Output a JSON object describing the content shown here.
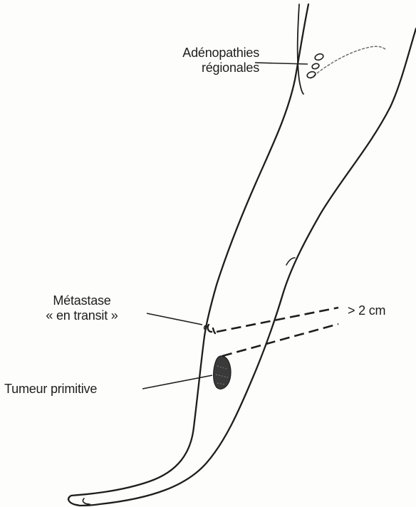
{
  "labels": {
    "adenopathies_line1": "Adénopathies",
    "adenopathies_line2": "régionales",
    "metastase_line1": "Métastase",
    "metastase_line2": "« en transit »",
    "tumeur": "Tumeur primitive",
    "distance": "> 2 cm"
  },
  "colors": {
    "ink": "#1e1e1e",
    "lesion": "#3a3a3a",
    "background": "#fdfdfc"
  }
}
